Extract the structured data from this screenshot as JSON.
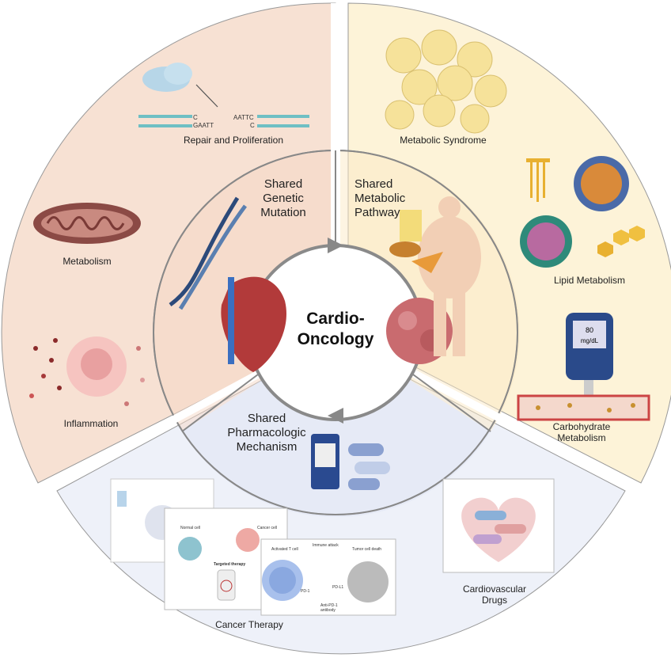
{
  "center": {
    "line1": "Cardio-",
    "line2": "Oncology"
  },
  "shared": {
    "genetic": [
      "Shared",
      "Genetic",
      "Mutation"
    ],
    "metabolic": [
      "Shared",
      "Metabolic",
      "Pathway"
    ],
    "pharmacologic": [
      "Shared",
      "Pharmacologic",
      "Mechanism"
    ]
  },
  "labels": {
    "repair": "Repair and Proliferation",
    "metabolism": "Metabolism",
    "inflammation": "Inflammation",
    "metabolic_syndrome": "Metabolic Syndrome",
    "lipid": "Lipid Metabolism",
    "carb1": "Carbohydrate",
    "carb2": "Metabolism",
    "cancer_therapy": "Cancer Therapy",
    "cv1": "Cardiovascular",
    "cv2": "Drugs"
  },
  "dna_text": {
    "left_top": "C",
    "left_bottom": "GAATT",
    "right_top": "AATTC",
    "right_bottom": "C"
  },
  "glucometer": {
    "value": "80",
    "unit": "mg/dL"
  },
  "therapy_panels": {
    "normal_cell": "Normal cell",
    "cancer_cell": "Cancer cell",
    "targeted": "Targeted therapy",
    "activated_t": "Activated T cell",
    "immune_attack": "Immune attack",
    "tumor_death": "Tumor cell death",
    "pd1": "PD-1",
    "pdl1": "PD-L1",
    "anti1": "Anti-PD-1",
    "anti2": "antibody"
  },
  "colors": {
    "genetic": "#f7e1d3",
    "metabolic": "#fdf3d8",
    "pharma": "#eef1f9",
    "ring": "#8a8a8a"
  }
}
